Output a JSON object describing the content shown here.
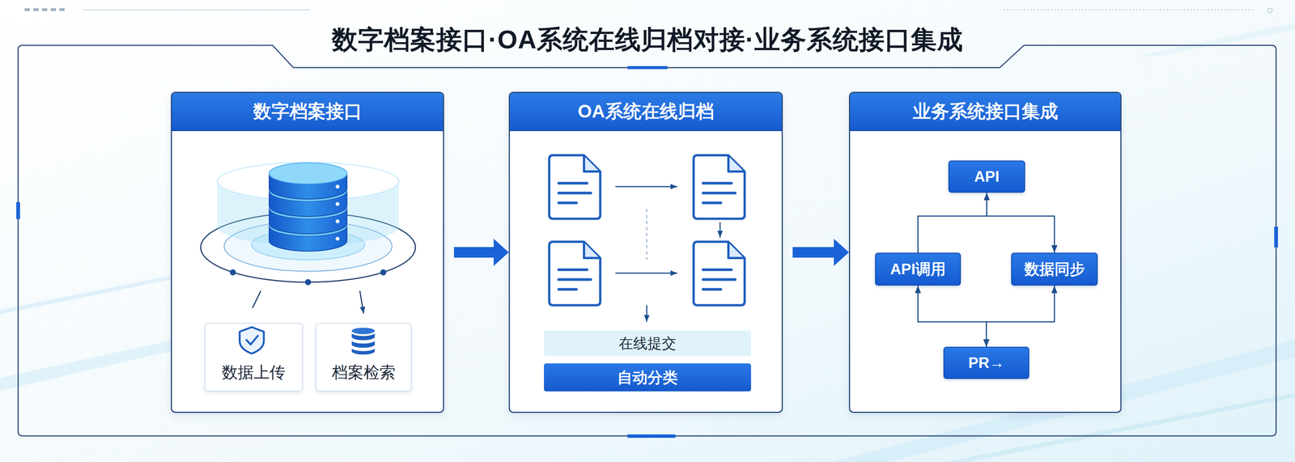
{
  "diagram": {
    "title": "数字档案接口·OA系统在线归档对接·业务系统接口集成",
    "nodes": [
      {
        "text": [
          "数字档案接口"
        ]
      },
      {
        "text": [
          "数据上传"
        ],
        "in": 0
      },
      {
        "text": [
          "档案检索"
        ],
        "in": 0
      },
      {
        "text": [
          "OA系统在线归档"
        ]
      },
      {
        "text": [
          "在线提交"
        ],
        "in": 3
      },
      {
        "text": [
          "自动分类"
        ],
        "in": 3
      },
      {
        "text": [
          "业务系统接口集成"
        ]
      },
      {
        "text": [
          "API"
        ],
        "in": 6
      },
      {
        "text": [
          "API调用"
        ],
        "in": 6
      },
      {
        "text": [
          "数据同步"
        ],
        "in": 6
      },
      {
        "text": [
          "PR→"
        ],
        "in": 6
      }
    ],
    "edges": [
      {
        "from": 0,
        "to": 3,
        "arrow": "to"
      },
      {
        "from": 3,
        "to": 6,
        "arrow": "to"
      },
      {
        "from": 8,
        "to": 7,
        "arrow": "to"
      },
      {
        "from": 7,
        "to": 9,
        "arrow": "to"
      },
      {
        "from": 9,
        "to": 10,
        "arrow": "both"
      },
      {
        "from": 8,
        "to": 10,
        "arrow": "both"
      }
    ]
  }
}
